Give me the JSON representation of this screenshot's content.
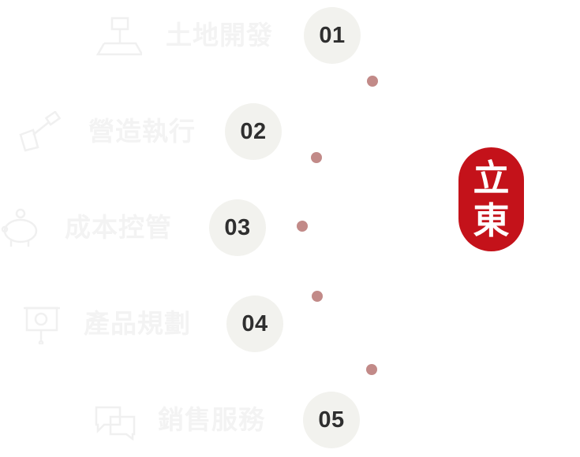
{
  "menu": {
    "items": [
      {
        "number": "01",
        "label": "土地開發",
        "icon": "land-survey-icon"
      },
      {
        "number": "02",
        "label": "營造執行",
        "icon": "trowel-icon"
      },
      {
        "number": "03",
        "label": "成本控管",
        "icon": "piggy-bank-icon"
      },
      {
        "number": "04",
        "label": "產品規劃",
        "icon": "presentation-board-icon"
      },
      {
        "number": "05",
        "label": "銷售服務",
        "icon": "chat-bubbles-icon"
      }
    ]
  },
  "logo": {
    "char1": "立",
    "char2": "東"
  },
  "colors": {
    "accent": "#c4121a",
    "dot": "#c28a88",
    "circle_bg": "#f2f2ee",
    "faded_text": "#f3f3f3"
  }
}
